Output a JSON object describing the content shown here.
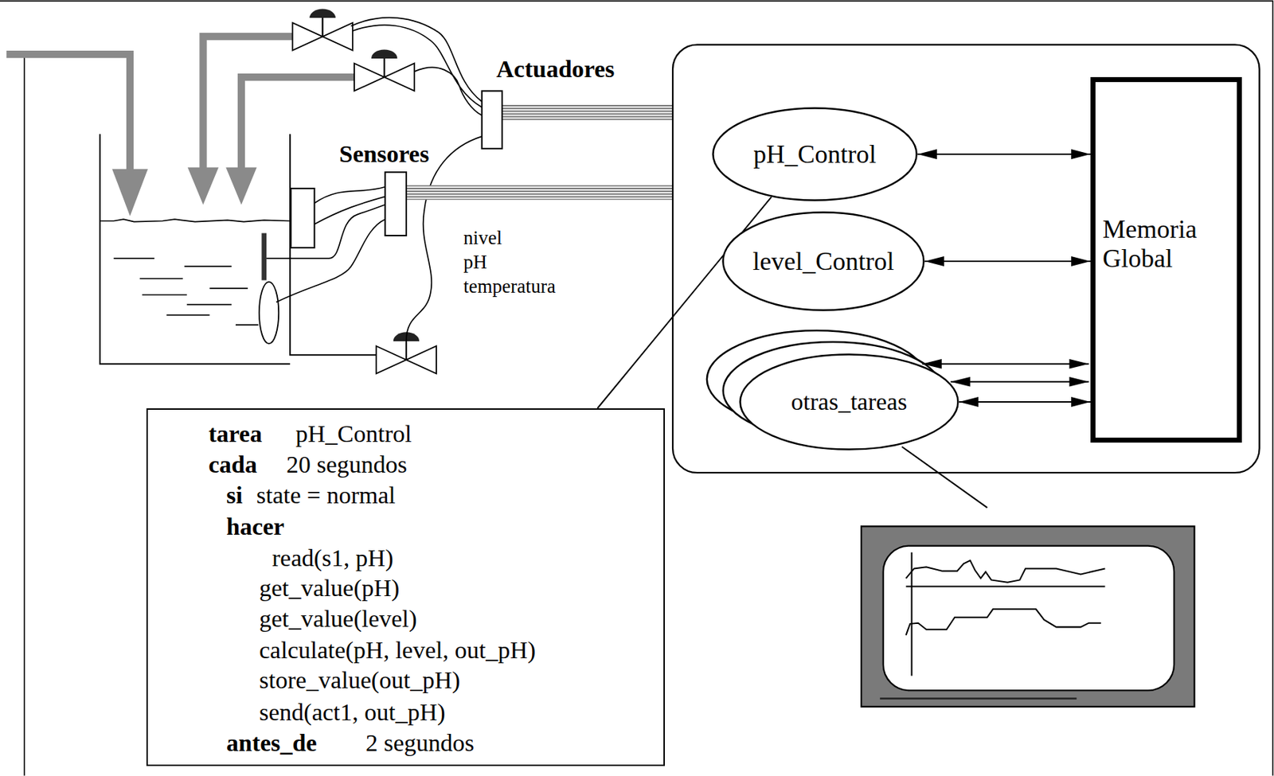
{
  "diagram": {
    "nodes": [
      {
        "text": [
          "pH_Control"
        ]
      },
      {
        "text": [
          "level_Control"
        ]
      },
      {
        "text": [
          "otras_tareas"
        ]
      },
      {
        "text": [
          "Memoria Global"
        ]
      },
      {
        "text": [
          "tarea",
          "pH_Control",
          "cada",
          "20 segundos",
          "si",
          "state = normal",
          "hacer",
          "read(s1, pH)",
          "get_value(pH)",
          "get_value(level)",
          "calculate(pH, level, out_pH)",
          "store_value(out_pH)",
          "send(act1, out_pH)",
          "antes_de",
          "2 segundos"
        ]
      }
    ],
    "edges": [
      {
        "from": 0,
        "to": 3,
        "arrow": "both"
      },
      {
        "from": 1,
        "to": 3,
        "arrow": "both"
      },
      {
        "from": 2,
        "to": 3,
        "arrow": "both"
      },
      {
        "from": 0,
        "to": 4,
        "arrow": "none"
      }
    ],
    "labels": [
      "Actuadores",
      "Sensores",
      "nivel",
      "pH",
      "temperatura"
    ]
  }
}
